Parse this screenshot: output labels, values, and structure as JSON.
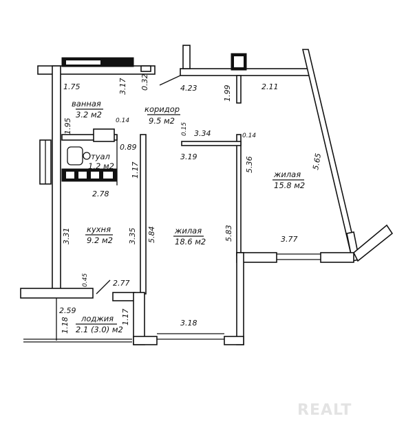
{
  "rooms": {
    "bathroom": {
      "name": "ванная",
      "area": "3.2 м2"
    },
    "corridor": {
      "name": "коридор",
      "area": "9.5 м2"
    },
    "toilet": {
      "name": "туал",
      "area": "1.2 м2"
    },
    "kitchen": {
      "name": "кухня",
      "area": "9.2 м2"
    },
    "living_center": {
      "name": "жилая",
      "area": "18.6 м2"
    },
    "living_right": {
      "name": "жилая",
      "area": "15.8 м2"
    },
    "loggia": {
      "name": "лоджия",
      "area": "2.1 (3.0) м2"
    }
  },
  "dimensions": {
    "d_1_75": "1.75",
    "d_3_17": "3.17",
    "d_0_32": "0.32",
    "d_4_23": "4.23",
    "d_1_99": "1.99",
    "d_2_11": "2.11",
    "d_1_95": "1.95",
    "d_0_14a": "0.14",
    "d_0_89": "0.89",
    "d_0_15": "0.15",
    "d_3_34": "3.34",
    "d_0_14b": "0.14",
    "d_3_19": "3.19",
    "d_5_36": "5.36",
    "d_5_65": "5.65",
    "d_1_17a": "1.17",
    "d_2_78": "2.78",
    "d_3_31": "3.31",
    "d_3_35": "3.35",
    "d_5_84": "5.84",
    "d_5_83": "5.83",
    "d_3_77": "3.77",
    "d_0_45": "0.45",
    "d_2_77": "2.77",
    "d_2_59": "2.59",
    "d_1_18": "1.18",
    "d_1_17b": "1.17",
    "d_3_18": "3.18"
  },
  "watermark": "REALT"
}
